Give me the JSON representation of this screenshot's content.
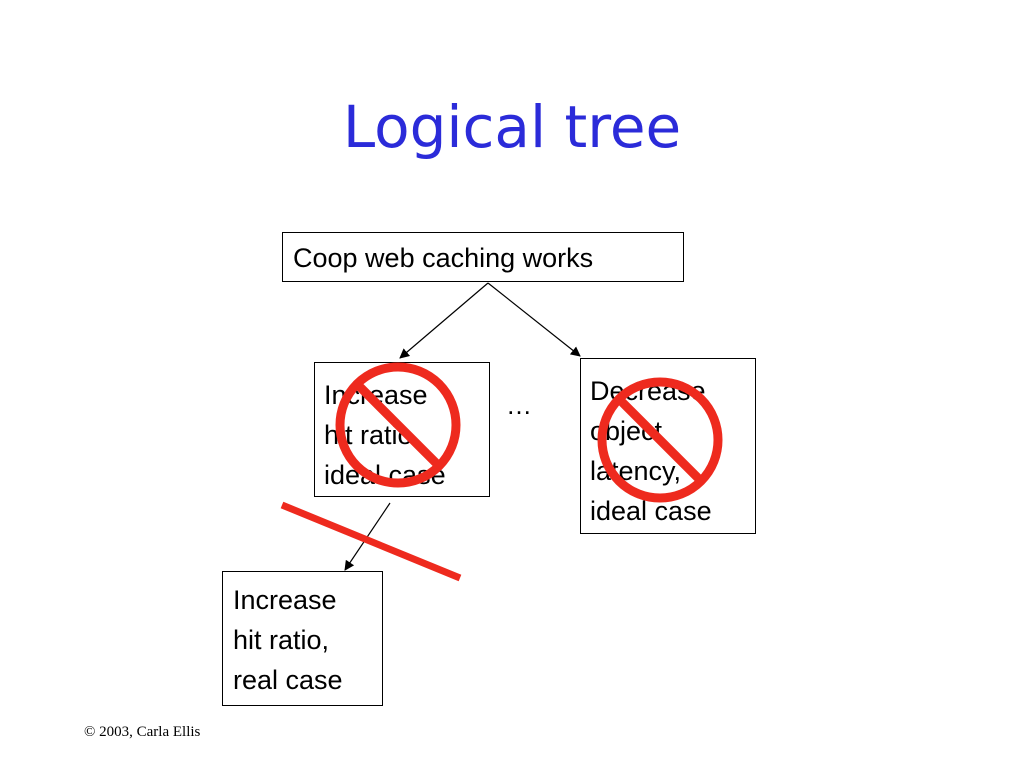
{
  "title": "Logical tree",
  "nodes": {
    "root": {
      "lines": [
        "Coop web caching works"
      ]
    },
    "hit_ratio_ideal": {
      "lines": [
        "Increase",
        "hit ratio,",
        "ideal case"
      ],
      "crossed_out": true
    },
    "latency_ideal": {
      "lines": [
        "Decrease",
        "object",
        "latency,",
        "ideal case"
      ],
      "crossed_out": true
    },
    "hit_ratio_real": {
      "lines": [
        "Increase",
        "hit ratio,",
        "real case"
      ]
    }
  },
  "ellipsis": "…",
  "footer": "© 2003, Carla Ellis",
  "colors": {
    "title": "#2b2bd9",
    "cross_mark": "#ee2a1e",
    "line": "#000000"
  }
}
